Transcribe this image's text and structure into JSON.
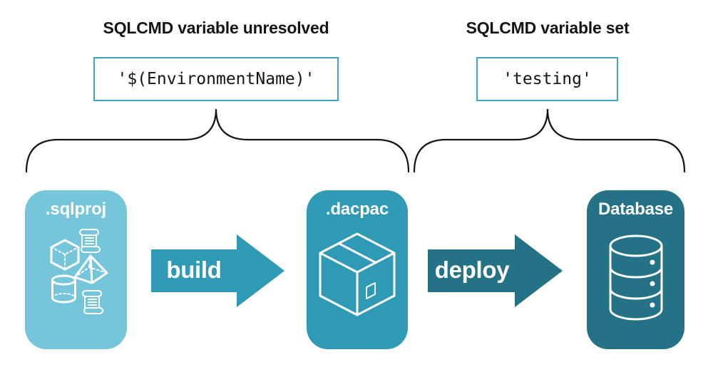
{
  "colors": {
    "sqlproj-fill": "#75C6DB",
    "dacpac-fill": "#2E9AB5",
    "database-fill": "#247285",
    "code-border": "#3EA6C4",
    "ink": "#141414"
  },
  "annotations": {
    "left": {
      "title": "SQLCMD variable unresolved",
      "code": "'$(EnvironmentName)'"
    },
    "right": {
      "title": "SQLCMD variable set",
      "code": "'testing'"
    }
  },
  "pipeline": {
    "nodes": [
      {
        "label": ".sqlproj",
        "icon": "sql-objects-icon"
      },
      {
        "label": ".dacpac",
        "icon": "package-box-icon"
      },
      {
        "label": "Database",
        "icon": "database-cylinder-icon"
      }
    ],
    "arrows": [
      {
        "label": "build"
      },
      {
        "label": "deploy"
      }
    ]
  }
}
